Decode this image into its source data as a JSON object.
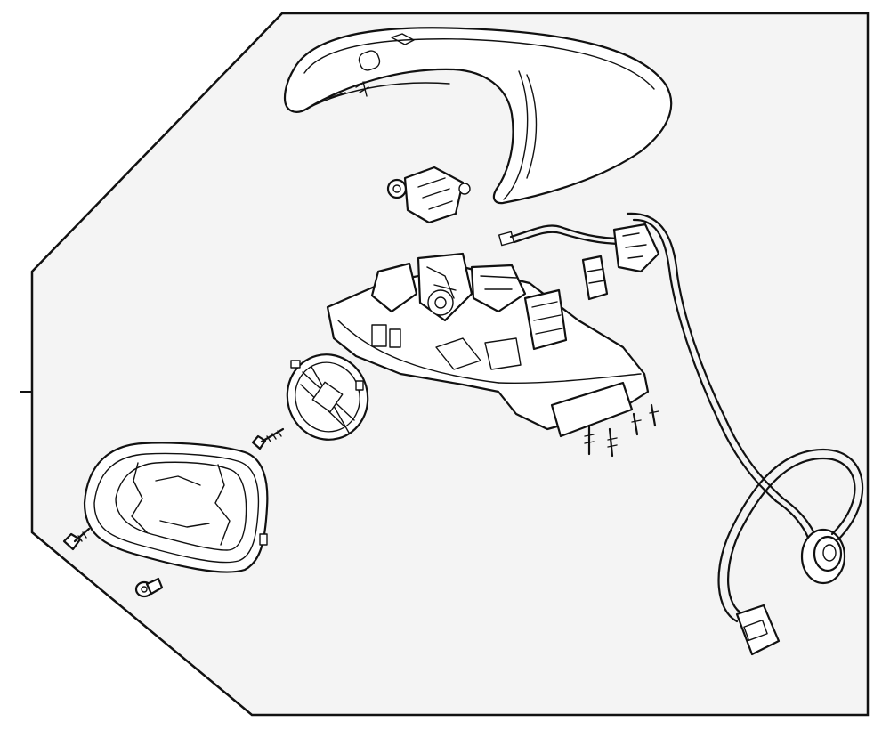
{
  "diagram": {
    "colors": {
      "background": "#ffffff",
      "panel": "#f4f4f4",
      "stroke": "#111111"
    },
    "parts": [
      "mirror-cover",
      "blind-spot-module",
      "wiring-harness",
      "mirror-housing-base",
      "actuator-motor",
      "mounting-screw",
      "mirror-glass-frame",
      "screw",
      "clip"
    ]
  }
}
